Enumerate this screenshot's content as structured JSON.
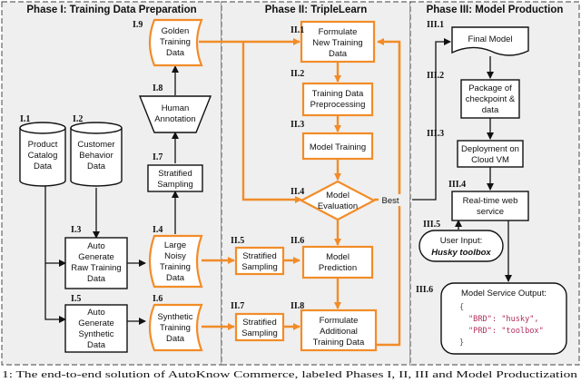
{
  "phases": {
    "p1": "Phase I: Training Data Preparation",
    "p2": "Phase II: TripleLearn",
    "p3": "Phase III: Model Production"
  },
  "labels": {
    "i1": "I.1",
    "i2": "I.2",
    "i3": "I.3",
    "i4": "I.4",
    "i5": "I.5",
    "i6": "I.6",
    "i7": "I.7",
    "i8": "I.8",
    "i9": "I.9",
    "ii1": "II.1",
    "ii2": "II.2",
    "ii3": "II.3",
    "ii4": "II.4",
    "ii5": "II.5",
    "ii6": "II.6",
    "ii7": "II.7",
    "ii8": "II.8",
    "iii1": "III.1",
    "iii2": "III.2",
    "iii3": "III.3",
    "iii4": "III.4",
    "iii5": "III.5",
    "iii6": "III.6"
  },
  "nodes": {
    "product_catalog": [
      "Product",
      "Catalog",
      "Data"
    ],
    "customer_behavior": [
      "Customer",
      "Behavior",
      "Data"
    ],
    "auto_raw": [
      "Auto",
      "Generate",
      "Raw Training",
      "Data"
    ],
    "auto_synth": [
      "Auto",
      "Generate",
      "Synthetic",
      "Data"
    ],
    "large_noisy": [
      "Large",
      "Noisy",
      "Training",
      "Data"
    ],
    "synthetic_training": [
      "Synthetic",
      "Training",
      "Data"
    ],
    "stratified_1": [
      "Stratified",
      "Sampling"
    ],
    "human_annotation": [
      "Human",
      "Annotation"
    ],
    "golden": [
      "Golden",
      "Training",
      "Data"
    ],
    "formulate_new": [
      "Formulate",
      "New Training",
      "Data"
    ],
    "preprocessing": [
      "Training Data",
      "Preprocessing"
    ],
    "model_training": "Model Training",
    "model_evaluation": [
      "Model",
      "Evaluation"
    ],
    "best": "Best",
    "stratified_2": [
      "Stratified",
      "Sampling"
    ],
    "model_prediction": [
      "Model",
      "Prediction"
    ],
    "stratified_3": [
      "Stratified",
      "Sampling"
    ],
    "formulate_additional": [
      "Formulate",
      "Additional",
      "Training Data"
    ],
    "final_model": "Final Model",
    "package": [
      "Package of",
      "checkpoint &",
      "data"
    ],
    "deployment": [
      "Deployment on",
      "Cloud VM"
    ],
    "realtime": [
      "Real-time web",
      "service"
    ],
    "user_input": [
      "User Input:",
      "Husky toolbox"
    ],
    "service_output_title": "Model Service Output:",
    "json_lines": [
      "{",
      "\"BRD\": \"husky\",",
      "\"PRD\": \"toolbox\"",
      "}"
    ]
  },
  "caption": "1: The end-to-end solution of AutoKnow Commerce, labeled Phases I, II, III and Model Productization"
}
